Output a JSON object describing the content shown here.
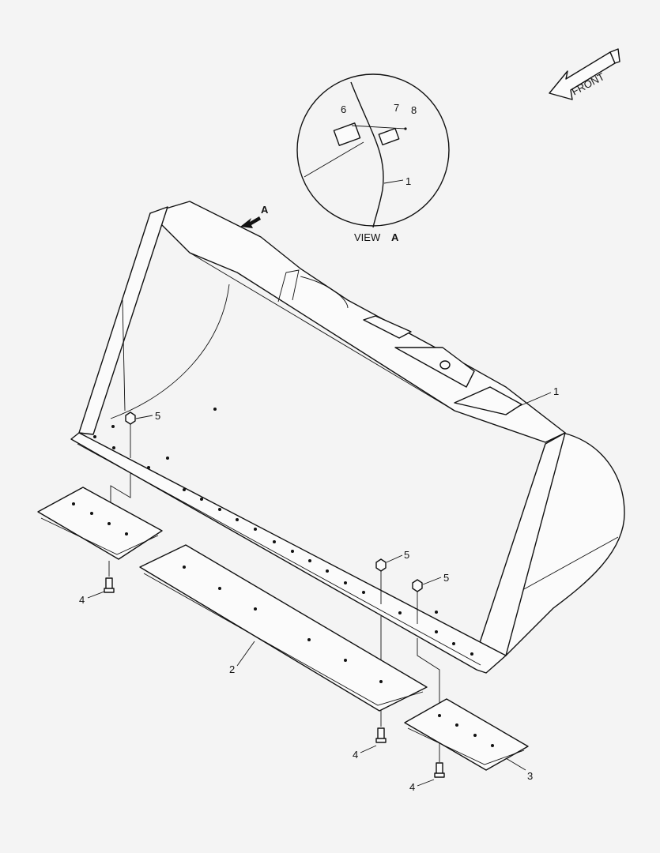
{
  "front_arrow": {
    "label": "FRONT"
  },
  "view_a": {
    "title": "VIEW",
    "letter": "A",
    "callouts": [
      "6",
      "7",
      "8",
      "1"
    ]
  },
  "view_marker": {
    "letter": "A"
  },
  "callouts": {
    "bucket_1": "1",
    "nut_5_left": "5",
    "nut_5_mid": "5",
    "nut_5_right": "5",
    "edge_2": "2",
    "edge_3": "3",
    "bolt_4_left": "4",
    "bolt_4_mid": "4",
    "bolt_4_right": "4"
  }
}
